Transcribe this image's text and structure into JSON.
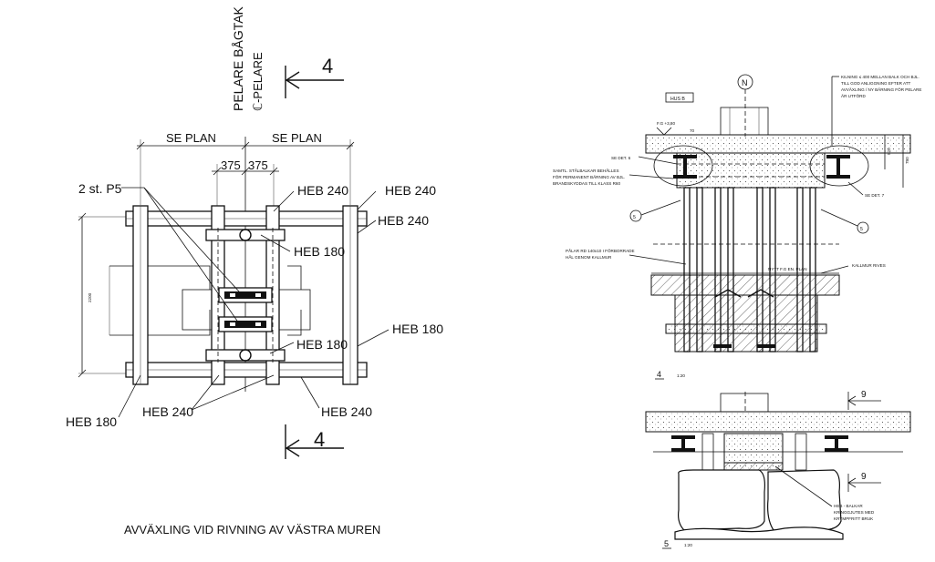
{
  "plan": {
    "label_pelare_bagtak": "PELARE BÅGTAK",
    "label_c_pelare": "ℂ-PELARE",
    "section_mark": "4",
    "se_plan_left": "SE PLAN",
    "se_plan_right": "SE PLAN",
    "dim_375_left": "375",
    "dim_375_right": "375",
    "dim_2200": "2200",
    "label_2st_p5": "2 st. P5",
    "heb240_top_mid": "HEB 240",
    "heb240_top_right": "HEB 240",
    "heb240_right": "HEB 240",
    "heb180_upper": "HEB 180",
    "heb180_mid": "HEB 180",
    "heb180_right": "HEB 180",
    "heb180_left": "HEB 180",
    "heb240_bottom_left": "HEB 240",
    "heb240_bottom_right": "HEB 240",
    "title": "AVVÄXLING VID RIVNING AV VÄSTRA MUREN"
  },
  "section4": {
    "hus_b": "HUS B",
    "north": "N",
    "fg_level": "F.G +3,80",
    "dim_520": "520",
    "dim_780": "780",
    "dim_small": "70",
    "note_kilning": [
      "KILNING ≤ 400 MELLAN BALK OCH BJL.",
      "TILL GOD ANLIGGNING EFTER ATT",
      "AVVÄXLING / NY BÄRNING FÖR PELARE",
      "ÄR UTFÖRD"
    ],
    "se_det_6": "SE DET. 6",
    "se_det_7": "SE DET. 7",
    "note_stalbalkar": [
      "SAMTL. STÅLBALKAR  BEHÅLLES",
      "FÖR PERMANENT BÄRNING AV BJL.",
      "BRANDSKYDDAS TILL KLASS R60"
    ],
    "circle_5_left": "5",
    "circle_5_right": "5",
    "note_palar": [
      "PÅLAR RD 140x10 I FÖRBORRADE",
      "HÅL GENOM KALLMUR"
    ],
    "nytt_fg_plan": "NYTT  F.G  EN.  PLAN",
    "kallmur_rives": "KALLMUR RIVES",
    "section_label": "4",
    "scale": "1:20"
  },
  "section5": {
    "mark_9_top": "9",
    "mark_9_bottom": "9",
    "note_heb": [
      "HEB - BALKAR",
      "KRINGGJUTES MED",
      "KRYMPFRITT BRUK"
    ],
    "section_label": "5",
    "scale": "1:20"
  }
}
